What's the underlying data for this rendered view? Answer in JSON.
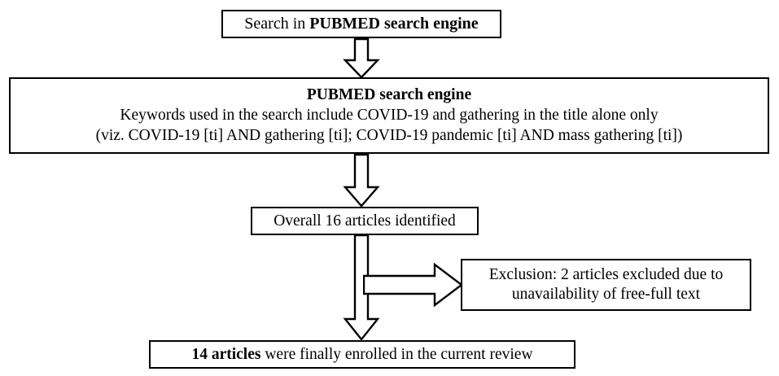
{
  "diagram": {
    "title": "PUBMED search flow for COVID-19 and gathering articles",
    "type": "flowchart",
    "orientation": "top-to-bottom",
    "colors": {
      "background": "#ffffff",
      "stroke": "#000000",
      "text": "#000000",
      "box_fill": "#ffffff"
    },
    "nodes": [
      {
        "id": "search",
        "name": "search-box",
        "lines": [
          {
            "segments": [
              {
                "text": "Search in ",
                "bold": false
              },
              {
                "text": "PUBMED search engine",
                "bold": true
              }
            ]
          }
        ]
      },
      {
        "id": "engine",
        "name": "pubmed-search-engine-box",
        "lines": [
          {
            "segments": [
              {
                "text": "PUBMED search engine",
                "bold": true
              }
            ]
          },
          {
            "segments": [
              {
                "text": "Keywords used in the search include COVID-19 and gathering in the title alone only",
                "bold": false
              }
            ]
          },
          {
            "segments": [
              {
                "text": "(viz. COVID-19 [ti] AND gathering [ti]; COVID-19 pandemic [ti] AND mass gathering [ti])",
                "bold": false
              }
            ]
          }
        ]
      },
      {
        "id": "overall",
        "name": "articles-identified-box",
        "lines": [
          {
            "segments": [
              {
                "text": "Overall 16 articles identified",
                "bold": false
              }
            ]
          }
        ]
      },
      {
        "id": "exclusion",
        "name": "exclusion-box",
        "lines": [
          {
            "segments": [
              {
                "text": "Exclusion: 2 articles excluded due to",
                "bold": false
              }
            ]
          },
          {
            "segments": [
              {
                "text": "unavailability of free-full text",
                "bold": false
              }
            ]
          }
        ]
      },
      {
        "id": "final",
        "name": "final-enrolled-box",
        "lines": [
          {
            "segments": [
              {
                "text": "14 articles",
                "bold": true
              },
              {
                "text": " were finally enrolled in the current review",
                "bold": false
              }
            ]
          }
        ]
      }
    ],
    "connectors": [
      {
        "id": "arrow-1",
        "name": "arrow-search-to-engine",
        "direction": "down"
      },
      {
        "id": "arrow-2",
        "name": "arrow-engine-to-overall",
        "direction": "down"
      },
      {
        "id": "arrow-3",
        "name": "arrow-overall-to-final",
        "direction": "down"
      },
      {
        "id": "arrow-4",
        "name": "arrow-overall-to-exclusion",
        "direction": "right"
      }
    ],
    "counts": {
      "identified": 16,
      "excluded": 2,
      "enrolled": 14
    }
  }
}
